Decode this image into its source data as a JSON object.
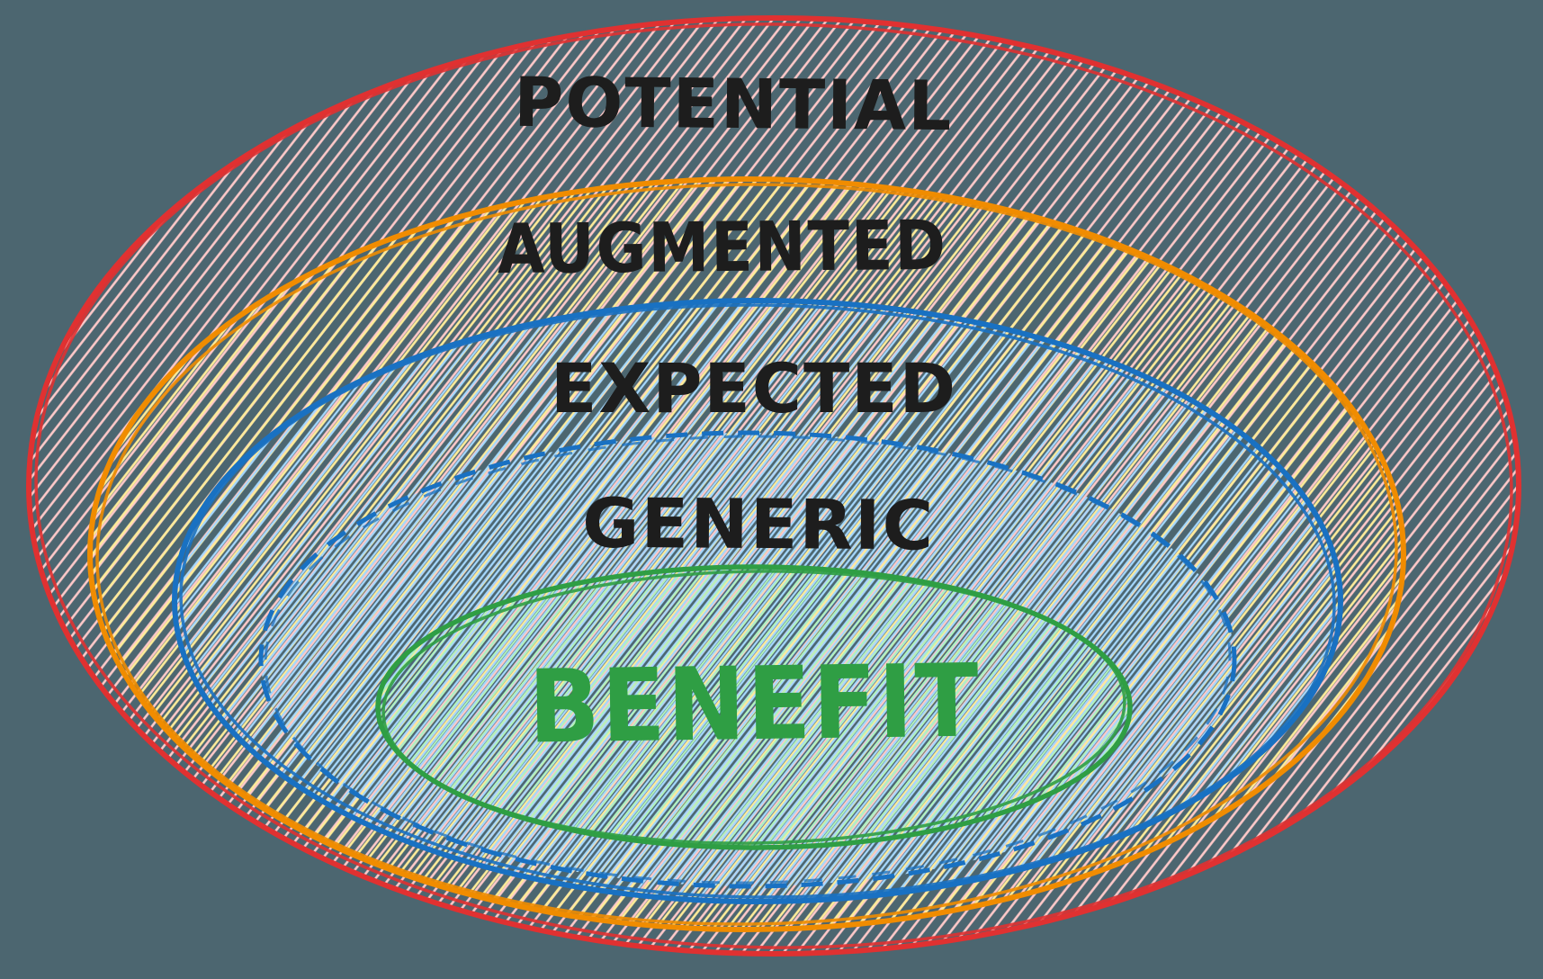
{
  "diagram": {
    "name": "nested-product-level-ellipses",
    "background_color": "#4c6670",
    "text_color_dark": "#1d1d1d",
    "rings": [
      {
        "label": "POTENTIAL",
        "stroke_color": "#e03131",
        "hatch_color": "#ffc9c9",
        "border_style": "solid",
        "label_color": "#1d1d1d"
      },
      {
        "label": "AUGMENTED",
        "stroke_color": "#f08c00",
        "hatch_color": "#ffec99",
        "border_style": "solid",
        "label_color": "#1d1d1d"
      },
      {
        "label": "EXPECTED",
        "stroke_color": "#1971c2",
        "hatch_color": "#a5d8ff",
        "border_style": "solid",
        "label_color": "#1d1d1d"
      },
      {
        "label": "GENERIC",
        "stroke_color": "#1971c2",
        "hatch_color": "#a5d8ff",
        "border_style": "dashed",
        "label_color": "#1d1d1d"
      },
      {
        "label": "BENEFIT",
        "stroke_color": "#2f9e44",
        "hatch_color": "#b2f2bb",
        "border_style": "solid",
        "label_color": "#2f9e44"
      }
    ]
  }
}
